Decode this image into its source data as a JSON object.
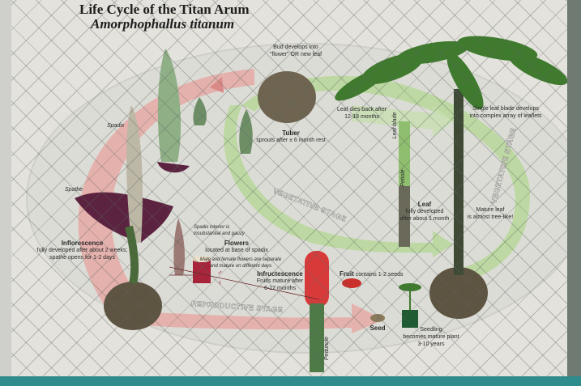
{
  "poster": {
    "title": "Life Cycle of the Titan Arum",
    "subtitle": "Amorphophallus titanum"
  },
  "stages": {
    "vegetative": "VEGETATIVE STAGE",
    "vegetative_right": "VEGETATIVE STAGE",
    "reproductive": "REPRODUCTIVE STAGE"
  },
  "labels": {
    "bud": {
      "line1": "Bud develops into",
      "line2": "\"flower\" OR new leaf"
    },
    "tuber": {
      "title": "Tuber",
      "text": "sprouts after ± 6 month rest"
    },
    "leaf_dies": {
      "line1": "Leaf dies back after",
      "line2": "12-18 months"
    },
    "single_leaf": {
      "line1": "Single leaf blade develops",
      "line2": "into complex array of leaflets"
    },
    "leaf_blade": "Leaf blade",
    "petiole": "Petiole",
    "leaf": {
      "title": "Leaf",
      "line1": "fully developed",
      "line2": "after about 1 month"
    },
    "mature_leaf": {
      "line1": "Mature leaf",
      "line2": "is almost tree-like!"
    },
    "spadix": "Spadix",
    "spathe": "Spathe",
    "inflorescence": {
      "title": "Inflorescence",
      "line1": "fully developed after about 2 weeks;",
      "line2": "spathe opens for 1-2 days"
    },
    "spadix_interior": {
      "line1": "Spadix interior is",
      "line2": "insubstantial and gauzy"
    },
    "flowers": {
      "title": "Flowers",
      "text": "located at base of spadix"
    },
    "male_female": {
      "line1": "Male and female flowers are separate",
      "line2": "and mature on different days"
    },
    "infructescence": {
      "title": "Infructescence",
      "line1": "Fruits mature after",
      "line2": "6-12 months"
    },
    "fruit": {
      "title": "Fruit",
      "text": "contains 1-2 seeds"
    },
    "peduncle": "Peduncle",
    "seed": "Seed",
    "seedling": {
      "line1": "Seedling",
      "line2": "becomes mature plant",
      "line3": "3-10 years"
    },
    "male_symbol": "♂",
    "female_symbol": "♀"
  },
  "colors": {
    "vegetative_band": "#b9d79c",
    "reproductive_band": "#e6a9a6",
    "spathe": "#5b2340",
    "tuber": "#6e6450",
    "leaf": "#3f7a2e",
    "fruit": "#d83a3a"
  }
}
